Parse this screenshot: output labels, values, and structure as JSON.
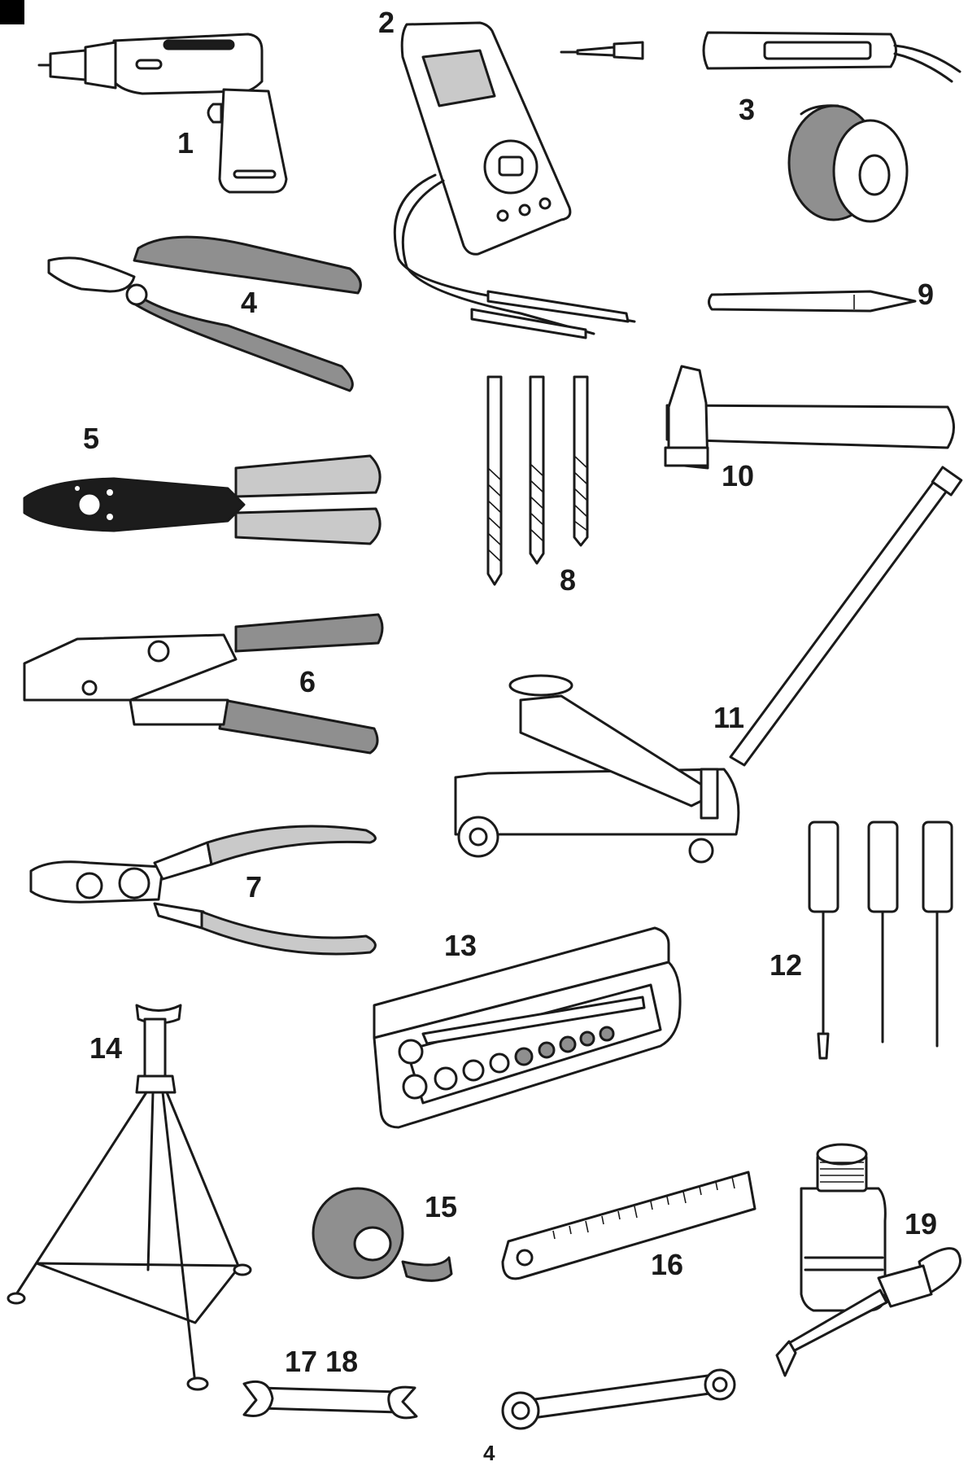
{
  "labels": {
    "l1": "1",
    "l2": "2",
    "l3": "3",
    "l4": "4",
    "l5": "5",
    "l6": "6",
    "l7": "7",
    "l8": "8",
    "l9": "9",
    "l10": "10",
    "l11": "11",
    "l12": "12",
    "l13": "13",
    "l14": "14",
    "l15": "15",
    "l16": "16",
    "l17_18": "17 18",
    "l19": "19"
  },
  "page_number": "4"
}
